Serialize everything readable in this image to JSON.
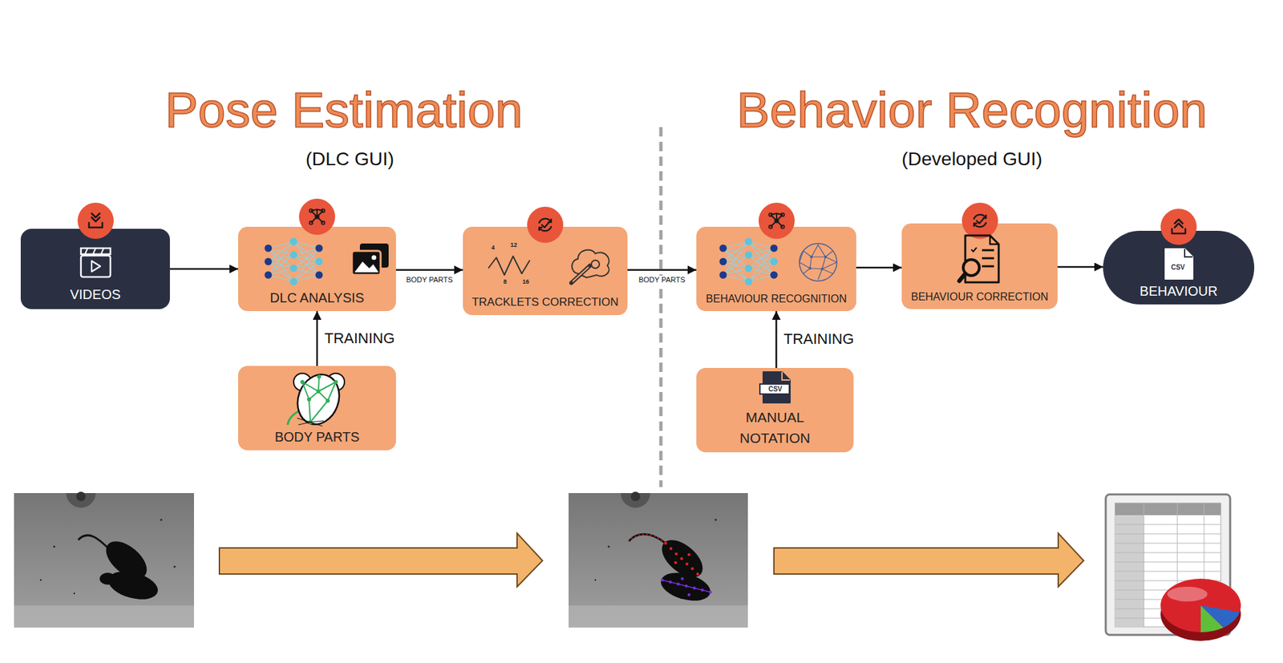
{
  "diagram": {
    "nodes": [
      {
        "text": [
          "VIDEOS"
        ]
      },
      {
        "text": [
          "DLC ANALYSIS"
        ]
      },
      {
        "text": [
          "TRACKLETS CORRECTION"
        ]
      },
      {
        "text": [
          "BEHAVIOUR RECOGNITION"
        ]
      },
      {
        "text": [
          "BEHAVIOUR CORRECTION"
        ]
      },
      {
        "text": [
          "BEHAVIOUR"
        ]
      },
      {
        "text": [
          "BODY PARTS"
        ]
      },
      {
        "text": [
          "MANUAL NOTATION"
        ]
      }
    ],
    "edges": [
      {
        "from": 0,
        "to": 1,
        "arrow": "to"
      },
      {
        "from": 1,
        "to": 2,
        "label": "BODY PARTS",
        "arrow": "to"
      },
      {
        "from": 2,
        "to": 3,
        "label": "BODY PARTS",
        "arrow": "to"
      },
      {
        "from": 3,
        "to": 4,
        "arrow": "to"
      },
      {
        "from": 4,
        "to": 5,
        "arrow": "to"
      },
      {
        "from": 6,
        "to": 1,
        "label": "TRAINING",
        "arrow": "to"
      },
      {
        "from": 7,
        "to": 3,
        "label": "TRAINING",
        "arrow": "to"
      }
    ],
    "labels": [
      "Pose Estimation",
      "(DLC GUI)",
      "Behavior Recognition",
      "(Developed GUI)",
      "4",
      "12",
      "8",
      "16",
      "CSV",
      "CSV"
    ]
  }
}
